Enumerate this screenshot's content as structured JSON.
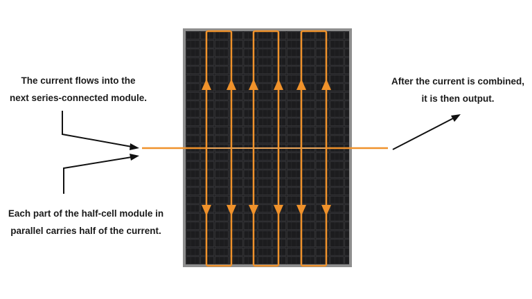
{
  "captions": {
    "top_left": [
      "The current flows into the",
      "next series-connected module."
    ],
    "bottom_left": [
      "Each part of the half-cell module in",
      "parallel carries half of the current."
    ],
    "right": [
      "After the current is combined,",
      "it is then output."
    ]
  },
  "colors": {
    "current": "#f0922b",
    "panel_frame": "#8e8e8e",
    "cell": "#1c1c1e",
    "cell_line": "#3a3a3d",
    "text": "#1a1a1a",
    "arrow": "#111111"
  },
  "icons": {
    "current_arrow_up": "triangle-up",
    "current_arrow_down": "triangle-down",
    "pointer_arrow": "arrow-right"
  }
}
